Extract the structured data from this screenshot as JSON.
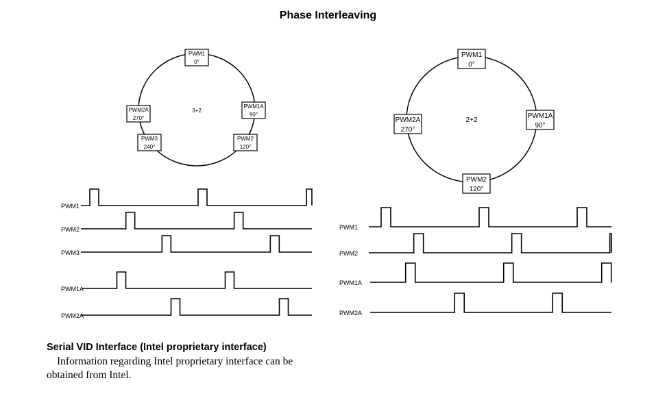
{
  "title": "Phase Interleaving",
  "left": {
    "center_label": "3+2",
    "nodes": [
      {
        "name": "PWM1",
        "angle": "0"
      },
      {
        "name": "PWM1A",
        "angle": "90"
      },
      {
        "name": "PWM2",
        "angle": "120"
      },
      {
        "name": "PWM3",
        "angle": "240"
      },
      {
        "name": "PWM2A",
        "angle": "270"
      }
    ],
    "waveforms": [
      {
        "label": "PWM1",
        "pulse_phase_deg": 0
      },
      {
        "label": "PWM2",
        "pulse_phase_deg": 120
      },
      {
        "label": "PWM3",
        "pulse_phase_deg": 240
      },
      {
        "label": "PWM1A",
        "pulse_phase_deg": 90
      },
      {
        "label": "PWM2A",
        "pulse_phase_deg": 270
      }
    ]
  },
  "right": {
    "center_label": "2+2",
    "nodes": [
      {
        "name": "PWM1",
        "angle": "0"
      },
      {
        "name": "PWM1A",
        "angle": "90"
      },
      {
        "name": "PWM2",
        "angle": "120"
      },
      {
        "name": "PWM2A",
        "angle": "270"
      }
    ],
    "waveforms": [
      {
        "label": "PWM1",
        "pulse_phase_deg": 0
      },
      {
        "label": "PWM2",
        "pulse_phase_deg": 120
      },
      {
        "label": "PWM1A",
        "pulse_phase_deg": 90
      },
      {
        "label": "PWM2A",
        "pulse_phase_deg": 270
      }
    ]
  },
  "degree_symbol": "°",
  "section": {
    "heading": "Serial VID Interface (Intel proprietary interface)",
    "body": "Information regarding Intel proprietary interface can be obtained from Intel."
  }
}
